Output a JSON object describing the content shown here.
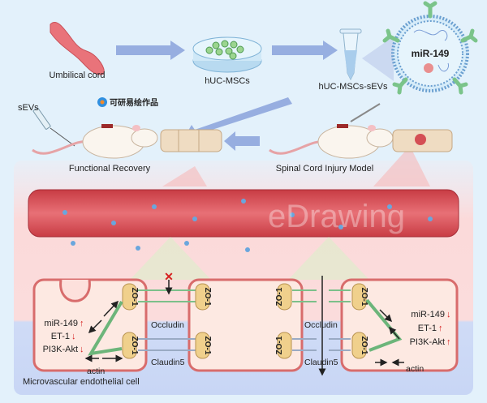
{
  "top": {
    "umbilical_cord": "Umbilical cord",
    "hucmscs": "hUC-MSCs",
    "sevs_product": "hUC-MSCs-sEVs",
    "vesicle_cargo": "miR-149",
    "injection": "sEVs",
    "functional_recovery": "Functional Recovery",
    "sci_model": "Spinal Cord Injury Model",
    "watermark_cn": "可研易绘作品",
    "watermark_logo": "eDrawing"
  },
  "bottom": {
    "zo1": "ZO-1",
    "occludin": "Occludin",
    "claudin5": "Claudin5",
    "actin": "actin",
    "cell_label": "Microvascular endothelial cell",
    "left_markers": [
      {
        "name": "miR-149",
        "direction": "up"
      },
      {
        "name": "ET-1",
        "direction": "down"
      },
      {
        "name": "PI3K-Akt",
        "direction": "down"
      }
    ],
    "right_markers": [
      {
        "name": "miR-149",
        "direction": "down"
      },
      {
        "name": "ET-1",
        "direction": "up"
      },
      {
        "name": "PI3K-Akt",
        "direction": "up"
      }
    ]
  },
  "colors": {
    "background": "#e3f1fb",
    "arrow": "#8aa3dc",
    "vessel": "#d9545a",
    "cell_membrane": "#d86c6c",
    "zo1": "#f0d08c",
    "occludin": "#7cc08a",
    "claudin": "#9aaac4",
    "up_down_arrow": "#d62020"
  }
}
